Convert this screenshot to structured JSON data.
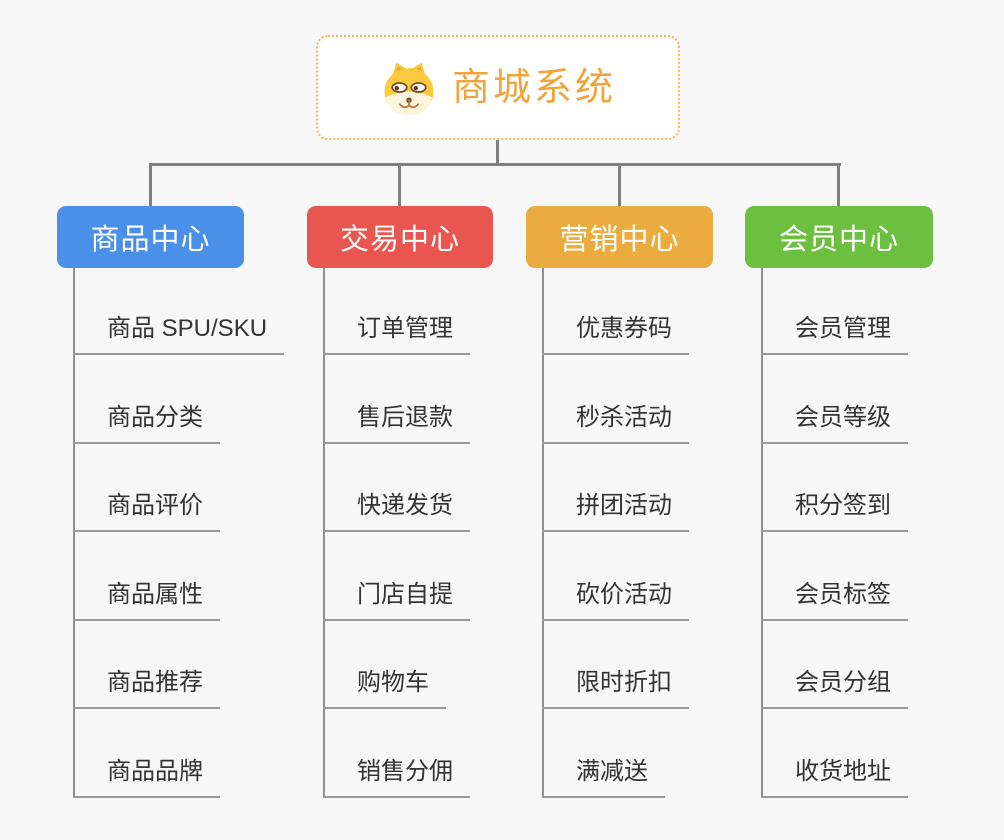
{
  "root": {
    "title": "商城系统",
    "title_color": "#F0A43C",
    "icon": "shiba-dog-icon",
    "border_color": "#F4B459",
    "background": "#FFFFFF"
  },
  "connectors": {
    "color": "#7F7F7F",
    "child_stem_color": "#8F8F8F",
    "leaf_underline_color": "#999999"
  },
  "branches": [
    {
      "label": "商品中心",
      "color": "#4B90E8",
      "items": [
        "商品 SPU/SKU",
        "商品分类",
        "商品评价",
        "商品属性",
        "商品推荐",
        "商品品牌"
      ]
    },
    {
      "label": "交易中心",
      "color": "#E8564F",
      "items": [
        "订单管理",
        "售后退款",
        "快递发货",
        "门店自提",
        "购物车",
        "销售分佣"
      ]
    },
    {
      "label": "营销中心",
      "color": "#EBAC3F",
      "items": [
        "优惠券码",
        "秒杀活动",
        "拼团活动",
        "砍价活动",
        "限时折扣",
        "满减送"
      ]
    },
    {
      "label": "会员中心",
      "color": "#6DBF40",
      "items": [
        "会员管理",
        "会员等级",
        "积分签到",
        "会员标签",
        "会员分组",
        "收货地址"
      ]
    }
  ]
}
